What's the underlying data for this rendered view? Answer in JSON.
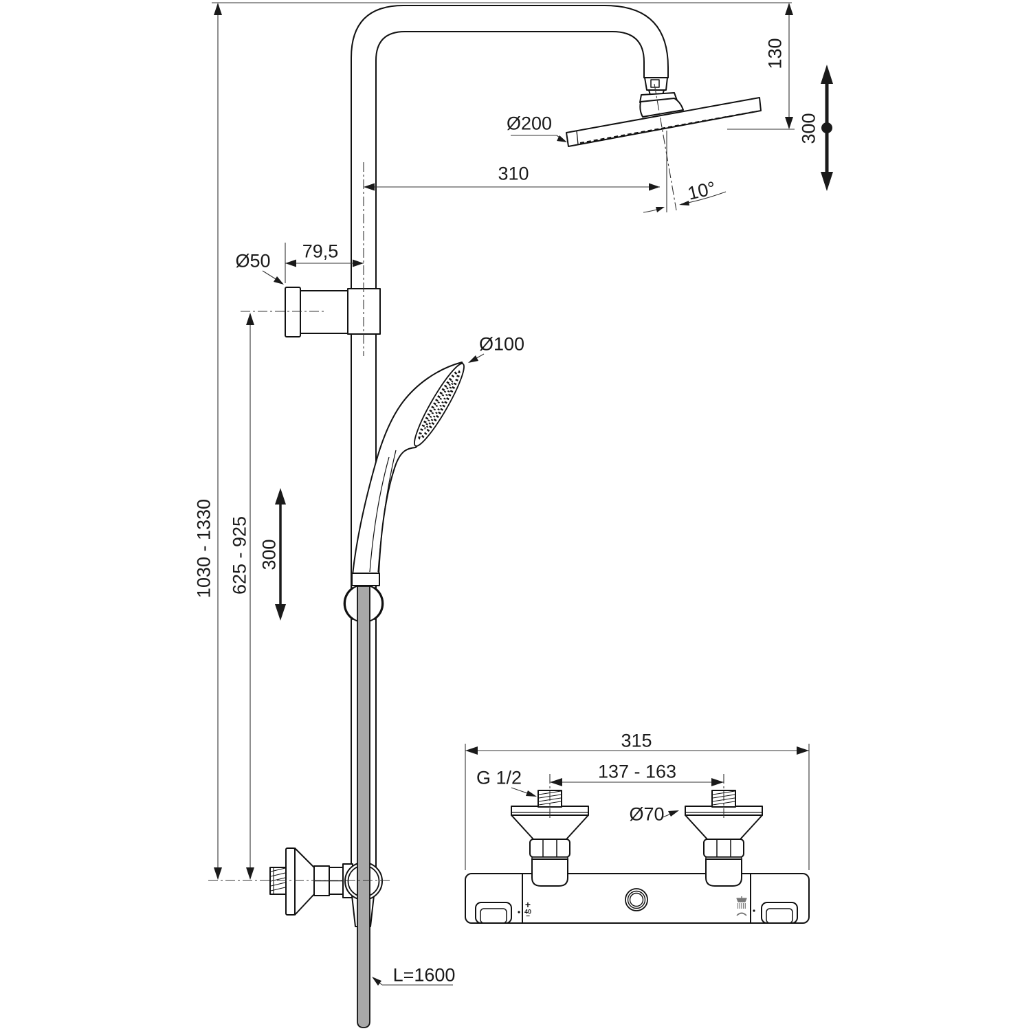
{
  "colors": {
    "background": "#ffffff",
    "object_line": "#111111",
    "dimension_line": "#333333",
    "hose_fill": "#a8a8a8",
    "icon_gray": "#777777"
  },
  "riser": {
    "height_range_label": "1030 - 1330",
    "bracket_height_range_label": "625 - 925",
    "slider_travel_label": "300",
    "bracket_diameter_label": "Ø50",
    "bracket_offset_label": "79,5",
    "head_offset_label": "310"
  },
  "head_shower": {
    "diameter_label": "Ø200",
    "arm_drop_label": "130",
    "height_adjust_label": "300",
    "tilt_angle_label": "10°"
  },
  "hand_shower": {
    "diameter_label": "Ø100",
    "hose_length_label": "L=1600"
  },
  "mixer": {
    "width_label": "315",
    "inlet_distance_label": "137 - 163",
    "inlet_thread_label": "G 1/2",
    "rosette_diameter_label": "Ø70",
    "temp_plus_label": "+",
    "temp_value_label": "40",
    "temp_minus_label": "−"
  }
}
